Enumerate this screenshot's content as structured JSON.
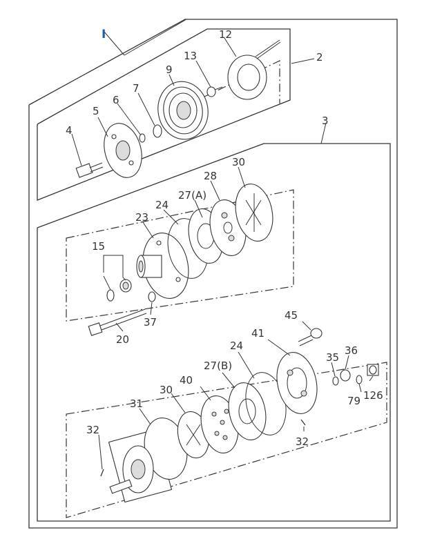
{
  "marker": "I",
  "labels": {
    "l2": "2",
    "l3": "3",
    "l4": "4",
    "l5": "5",
    "l6": "6",
    "l7": "7",
    "l9": "9",
    "l12": "12",
    "l13": "13",
    "l15": "15",
    "l20": "20",
    "l23": "23",
    "l24a": "24",
    "l24b": "24",
    "l27a": "27(A)",
    "l27b": "27(B)",
    "l28": "28",
    "l30a": "30",
    "l30b": "30",
    "l31": "31",
    "l32a": "32",
    "l32b": "32",
    "l35": "35",
    "l36": "36",
    "l37": "37",
    "l40": "40",
    "l41": "41",
    "l45": "45",
    "l79": "79",
    "l126": "126"
  }
}
